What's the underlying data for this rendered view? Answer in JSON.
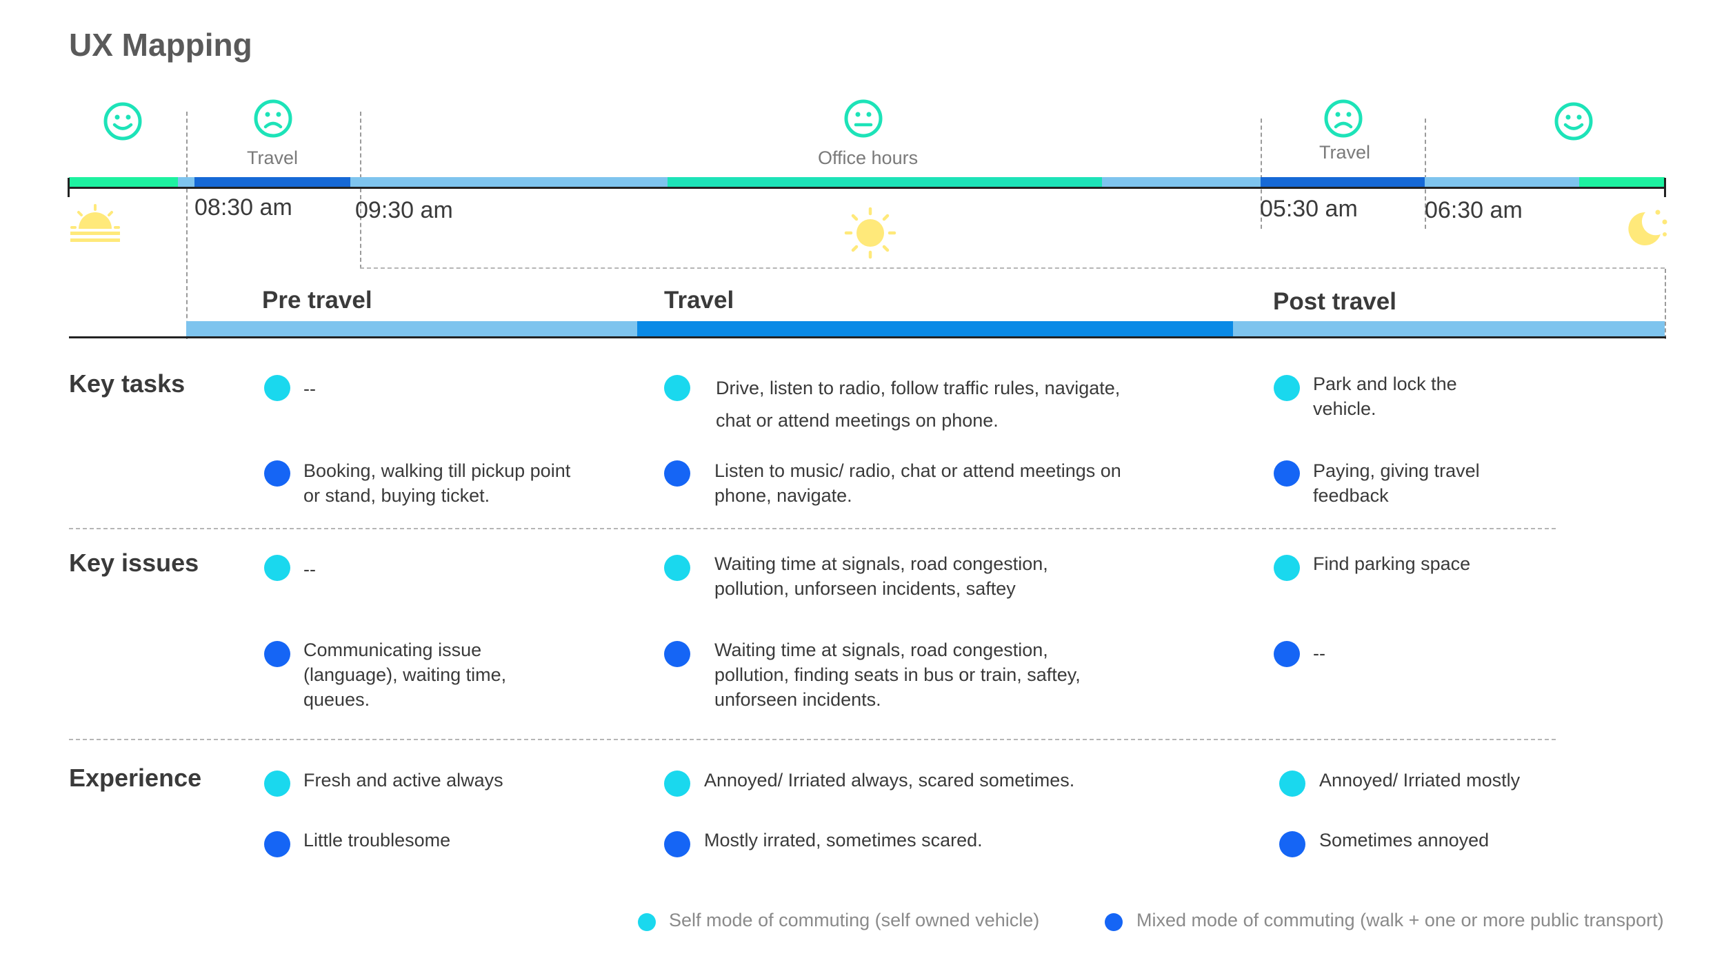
{
  "title": "UX Mapping",
  "colors": {
    "mood": "#1de3b8",
    "bar_green": "#1df1a0",
    "bar_light": "#7ec4ee",
    "bar_dark": "#1669d6",
    "bar_phase_dark": "#0a8ae6",
    "sun": "#ffe97a",
    "self_dot": "#1ad8ee",
    "mixed_dot": "#1565f5"
  },
  "timeline": {
    "moods": [
      "happy",
      "sad",
      "neutral",
      "sad",
      "happy"
    ],
    "labels": {
      "travel1": "Travel",
      "office": "Office hours",
      "travel2": "Travel"
    },
    "times": {
      "t1": "08:30 am",
      "t2": "09:30 am",
      "t3": "05:30 am",
      "t4": "06:30 am"
    },
    "icons": {
      "sunrise": "sunrise-icon",
      "sun": "sun-icon",
      "moon": "moon-icon"
    }
  },
  "phases": {
    "pre": "Pre travel",
    "travel": "Travel",
    "post": "Post travel"
  },
  "sections": {
    "key_tasks": {
      "label": "Key tasks",
      "pre": {
        "self": "--",
        "mixed": "Booking, walking till pickup point or stand, buying ticket."
      },
      "travel": {
        "self": "Drive, listen to radio, follow traffic rules, navigate, chat or attend meetings on phone.",
        "mixed": "Listen to music/ radio, chat or attend meetings on phone, navigate."
      },
      "post": {
        "self": "Park and lock the vehicle.",
        "mixed": "Paying, giving travel feedback"
      }
    },
    "key_issues": {
      "label": "Key issues",
      "pre": {
        "self": "--",
        "mixed": "Communicating issue (language), waiting time, queues."
      },
      "travel": {
        "self": "Waiting time at signals, road congestion, pollution, unforseen incidents, saftey",
        "mixed": "Waiting time at signals, road congestion, pollution, finding seats in bus or train, saftey, unforseen incidents."
      },
      "post": {
        "self": "Find parking space",
        "mixed": "--"
      }
    },
    "experience": {
      "label": "Experience",
      "pre": {
        "self": "Fresh and active always",
        "mixed": "Little troublesome"
      },
      "travel": {
        "self": "Annoyed/ Irriated always, scared sometimes.",
        "mixed": "Mostly irrated, sometimes scared."
      },
      "post": {
        "self": "Annoyed/ Irriated mostly",
        "mixed": "Sometimes annoyed"
      }
    }
  },
  "legend": {
    "self": "Self mode of commuting (self owned vehicle)",
    "mixed": "Mixed mode of commuting (walk + one or more public transport)"
  }
}
